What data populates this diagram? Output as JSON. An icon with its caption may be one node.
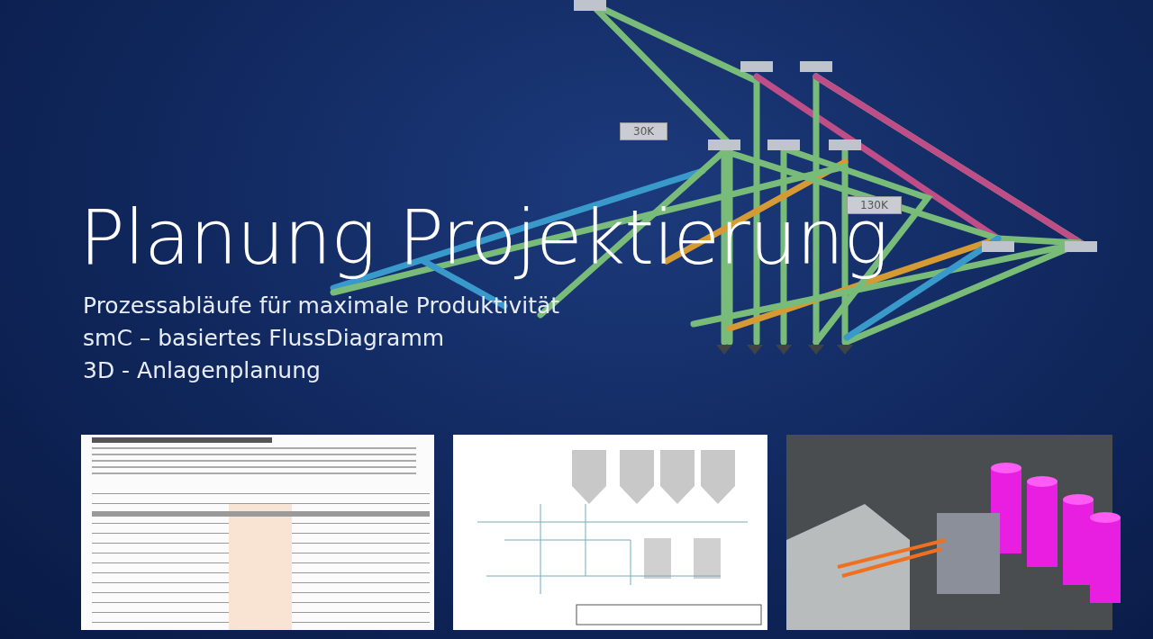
{
  "diagram": {
    "title": "Planung Projektierung",
    "labels": [
      "Prozessabläufe für maximale Produktivität",
      "smC – basiertes FlussDiagramm",
      "3D - Anlagenplanung",
      "30K",
      "130K"
    ]
  }
}
